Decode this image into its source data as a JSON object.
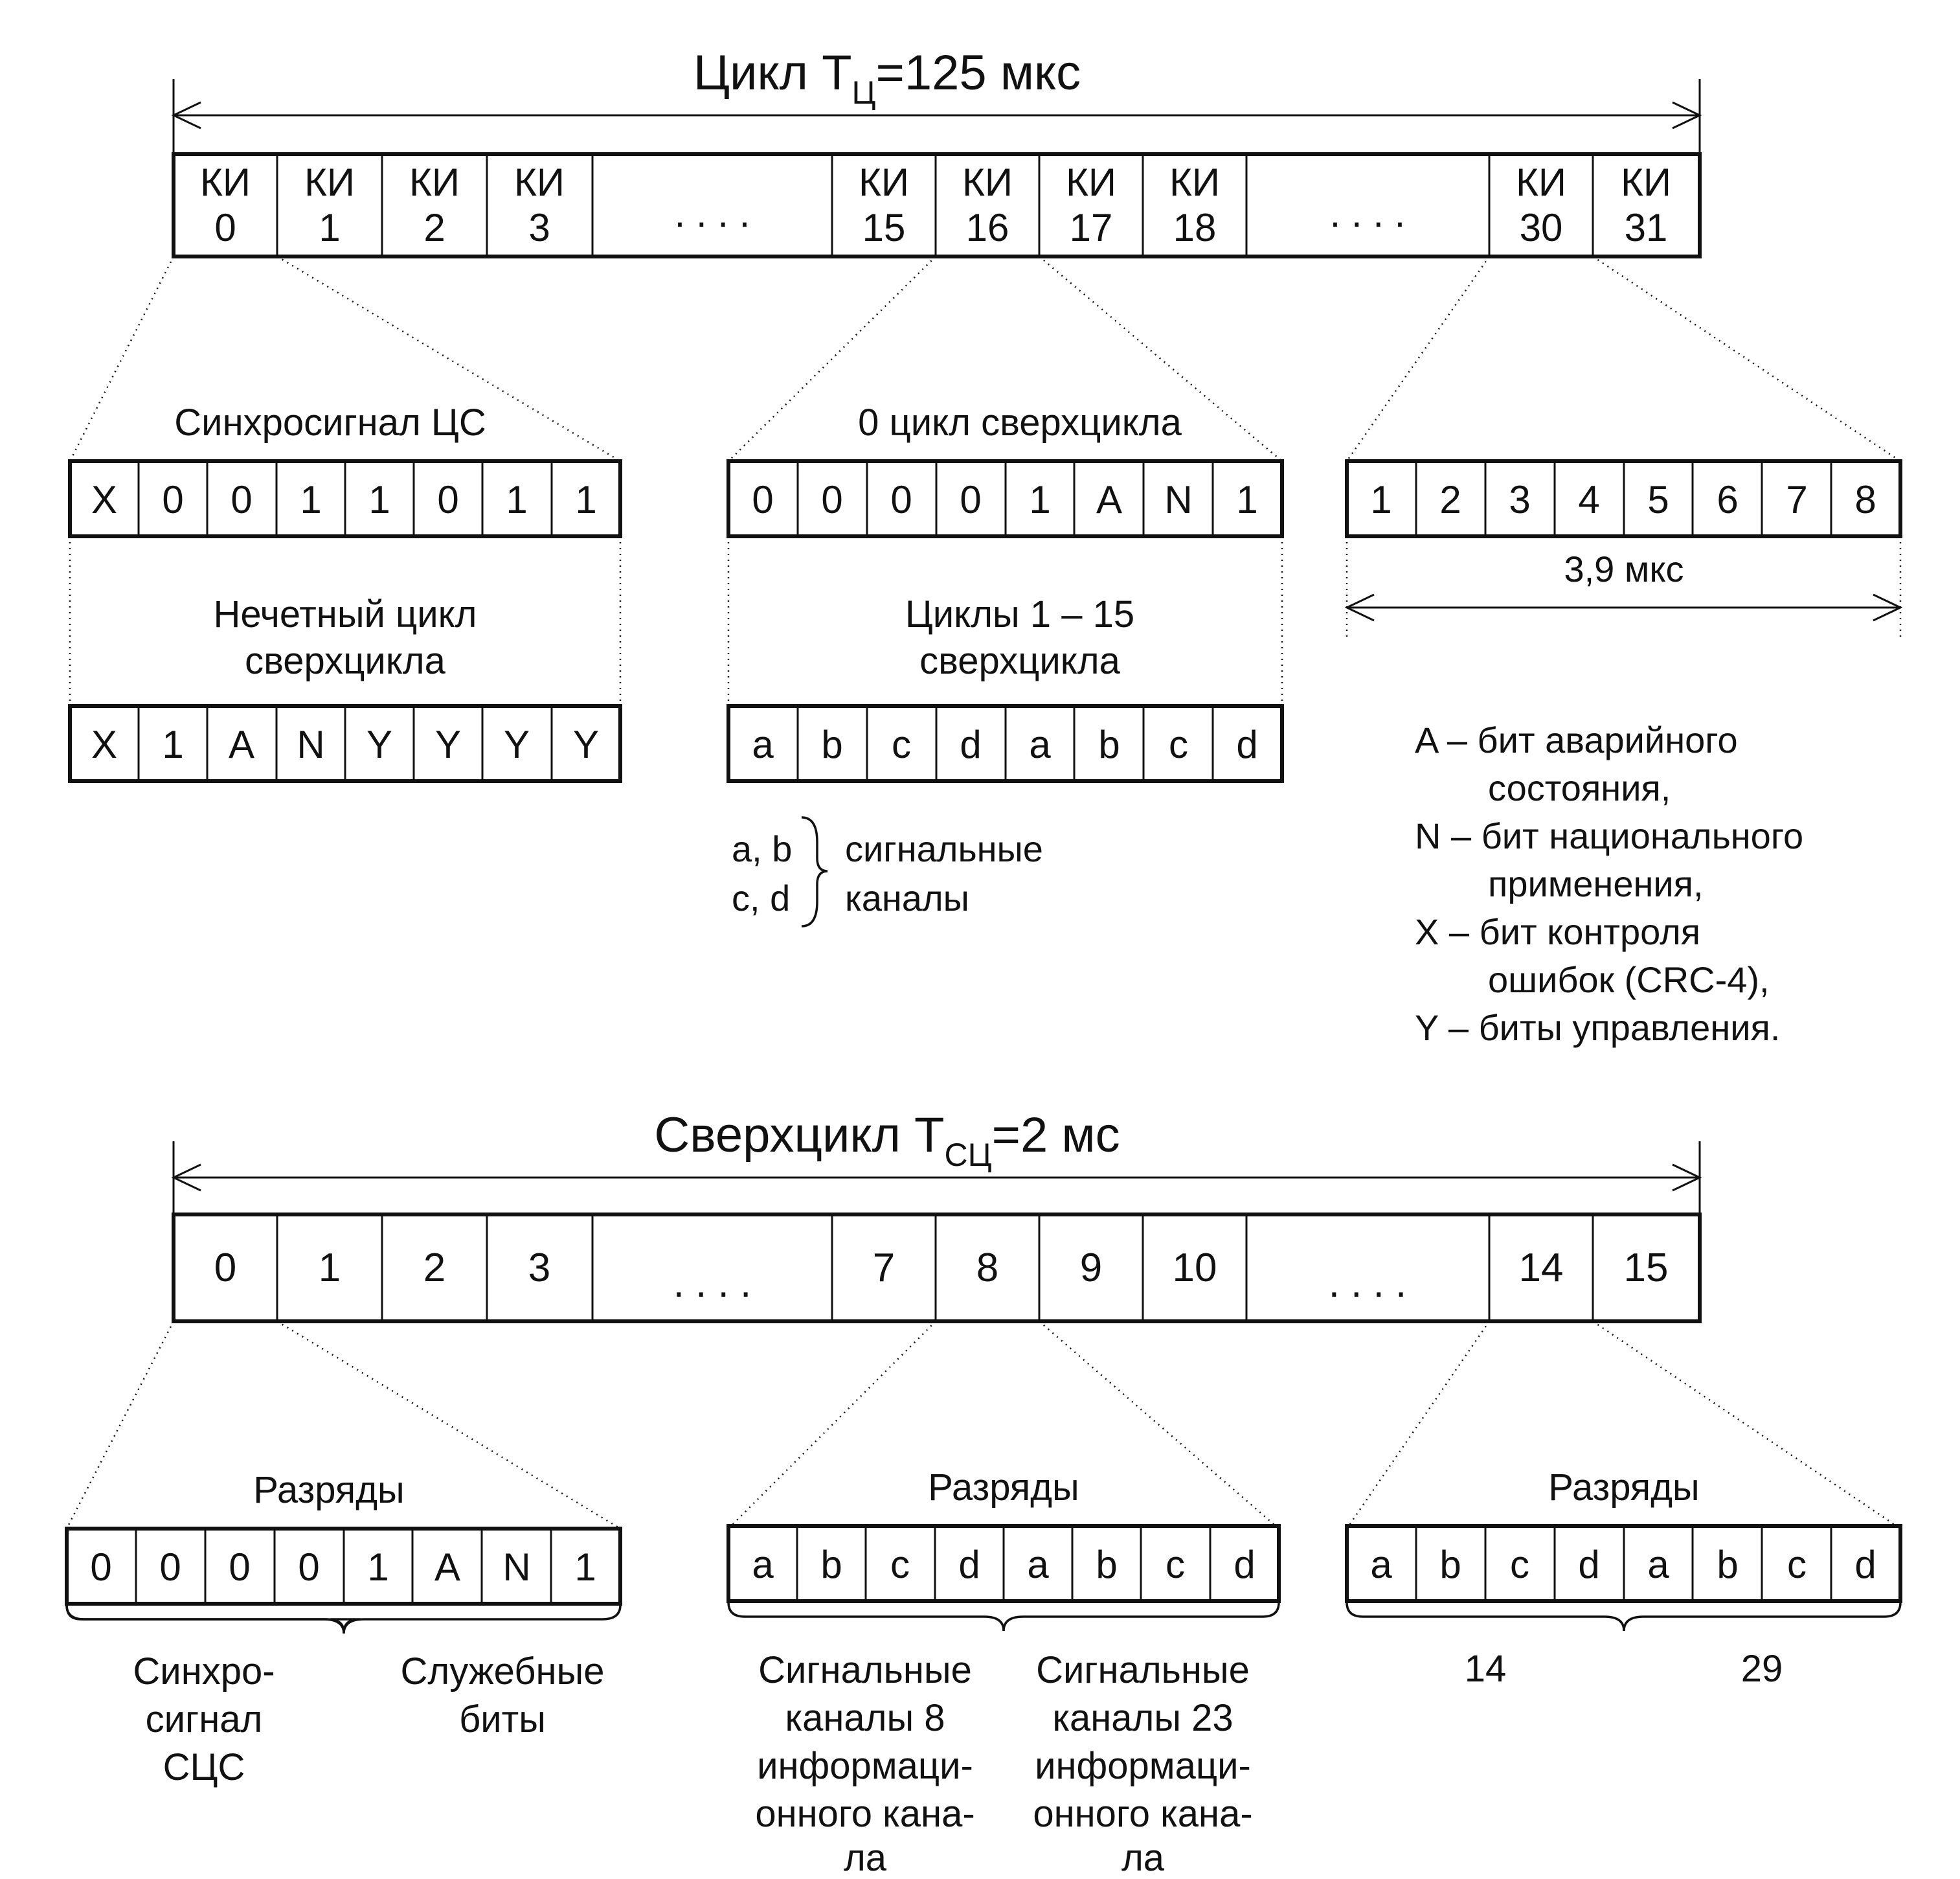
{
  "cycle_title_prefix": "Цикл  T",
  "cycle_title_sub": "Ц",
  "cycle_title_suffix": "=125 мкс",
  "superframe_title_prefix": "Сверхцикл  T",
  "superframe_title_sub": "СЦ",
  "superframe_title_suffix": "=2 мс",
  "ellipsis": ". . . .",
  "frame_slots": [
    {
      "top": "КИ",
      "bottom": "0"
    },
    {
      "top": "КИ",
      "bottom": "1"
    },
    {
      "top": "КИ",
      "bottom": "2"
    },
    {
      "top": "КИ",
      "bottom": "3"
    },
    {
      "top": "КИ",
      "bottom": "15"
    },
    {
      "top": "КИ",
      "bottom": "16"
    },
    {
      "top": "КИ",
      "bottom": "17"
    },
    {
      "top": "КИ",
      "bottom": "18"
    },
    {
      "top": "КИ",
      "bottom": "30"
    },
    {
      "top": "КИ",
      "bottom": "31"
    }
  ],
  "super_slots": [
    "0",
    "1",
    "2",
    "3",
    "7",
    "8",
    "9",
    "10",
    "14",
    "15"
  ],
  "ts0": {
    "sync_label": "Синхросигнал ЦС",
    "sync_bits": [
      "X",
      "0",
      "0",
      "1",
      "1",
      "0",
      "1",
      "1"
    ],
    "odd_label_1": "Нечетный цикл",
    "odd_label_2": "сверхцикла",
    "odd_bits": [
      "X",
      "1",
      "A",
      "N",
      "Y",
      "Y",
      "Y",
      "Y"
    ]
  },
  "ts16": {
    "cycle0_label": "0 цикл сверхцикла",
    "cycle0_bits": [
      "0",
      "0",
      "0",
      "0",
      "1",
      "A",
      "N",
      "1"
    ],
    "cycles_label_1": "Циклы 1 – 15",
    "cycles_label_2": "сверхцикла",
    "cycles_bits": [
      "a",
      "b",
      "c",
      "d",
      "a",
      "b",
      "c",
      "d"
    ],
    "signal_note": {
      "line1_left": "a, b",
      "line2_left": "c, d",
      "line1_right": "сигнальные",
      "line2_right": "каналы"
    }
  },
  "ts30": {
    "bits": [
      "1",
      "2",
      "3",
      "4",
      "5",
      "6",
      "7",
      "8"
    ],
    "duration": "3,9 мкс"
  },
  "legend": [
    "A – бит аварийного",
    "состояния,",
    "N – бит национального",
    "применения,",
    "X – бит контроля",
    "ошибок (CRC-4),",
    "Y – биты управления."
  ],
  "sf0": {
    "label": "Разряды",
    "bits": [
      "0",
      "0",
      "0",
      "0",
      "1",
      "A",
      "N",
      "1"
    ],
    "left_caption": [
      "Синхро-",
      "сигнал",
      "СЦС"
    ],
    "right_caption": [
      "Служебные",
      "биты"
    ]
  },
  "sf8": {
    "label": "Разряды",
    "bits": [
      "a",
      "b",
      "c",
      "d",
      "a",
      "b",
      "c",
      "d"
    ],
    "left_caption": [
      "Сигнальные",
      "каналы 8",
      "информаци-",
      "онного кана-",
      "ла"
    ],
    "right_caption": [
      "Сигнальные",
      "каналы 23",
      "информаци-",
      "онного кана-",
      "ла"
    ]
  },
  "sf15": {
    "label": "Разряды",
    "bits": [
      "a",
      "b",
      "c",
      "d",
      "a",
      "b",
      "c",
      "d"
    ],
    "left_caption": [
      "14"
    ],
    "right_caption": [
      "29"
    ]
  }
}
